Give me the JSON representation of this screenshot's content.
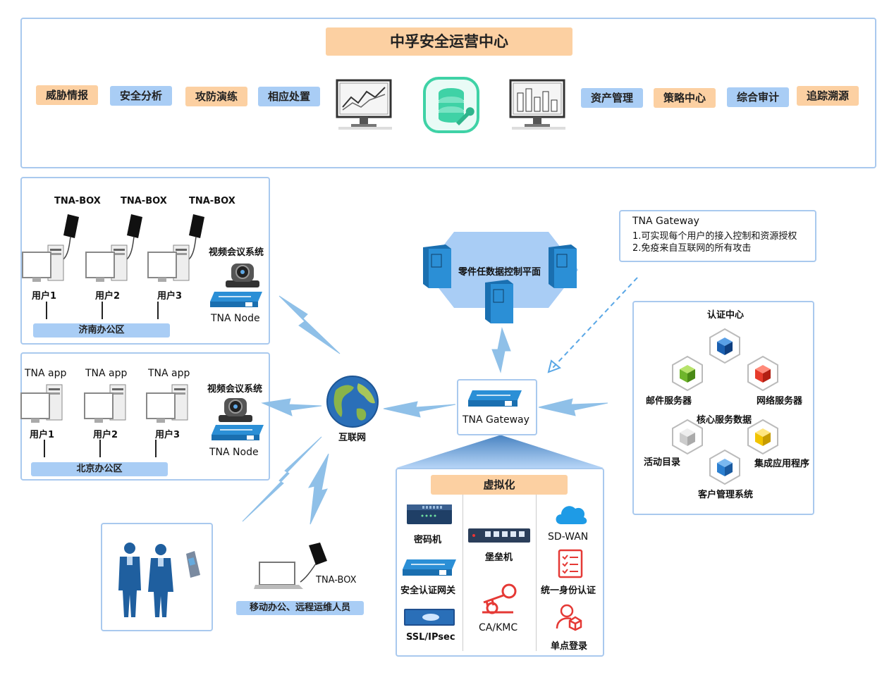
{
  "soc": {
    "title": "中孚安全运营中心",
    "tags_left": [
      "威胁情报",
      "安全分析",
      "攻防演练",
      "相应处置"
    ],
    "tags_right": [
      "资产管理",
      "策略中心",
      "综合审计",
      "追踪溯源"
    ]
  },
  "jinan": {
    "boxes": [
      "TNA-BOX",
      "TNA-BOX",
      "TNA-BOX"
    ],
    "users": [
      "用户1",
      "用户2",
      "用户3"
    ],
    "video": "视频会议系统",
    "node": "TNA Node",
    "zone": "济南办公区"
  },
  "beijing": {
    "apps": [
      "TNA app",
      "TNA app",
      "TNA app"
    ],
    "users": [
      "用户1",
      "用户2",
      "用户3"
    ],
    "video": "视频会议系统",
    "node": "TNA Node",
    "zone": "北京办公区"
  },
  "internet": "互联网",
  "control_plane": "零件任数据控制平面",
  "gateway": {
    "label": "TNA Gateway",
    "note_title": "TNA Gateway",
    "note_lines": [
      "1.可实现每个用户的接入控制和资源授权",
      "2.免疫来自互联网的所有攻击"
    ]
  },
  "auth": {
    "title": "认证中心",
    "mail": "邮件服务器",
    "network": "网络服务器",
    "core": "核心服务数据",
    "directory": "活动目录",
    "integrated": "集成应用程序",
    "crm": "客户管理系统"
  },
  "virtual": {
    "title": "虚拟化",
    "col1": [
      "密码机",
      "安全认证网关",
      "SSL/IPsec"
    ],
    "col2": [
      "堡垒机",
      "CA/KMC"
    ],
    "col3": [
      "SD-WAN",
      "统一身份认证",
      "单点登录"
    ]
  },
  "mobile": {
    "box": "TNA-BOX",
    "label": "移动办公、远程运维人员"
  }
}
